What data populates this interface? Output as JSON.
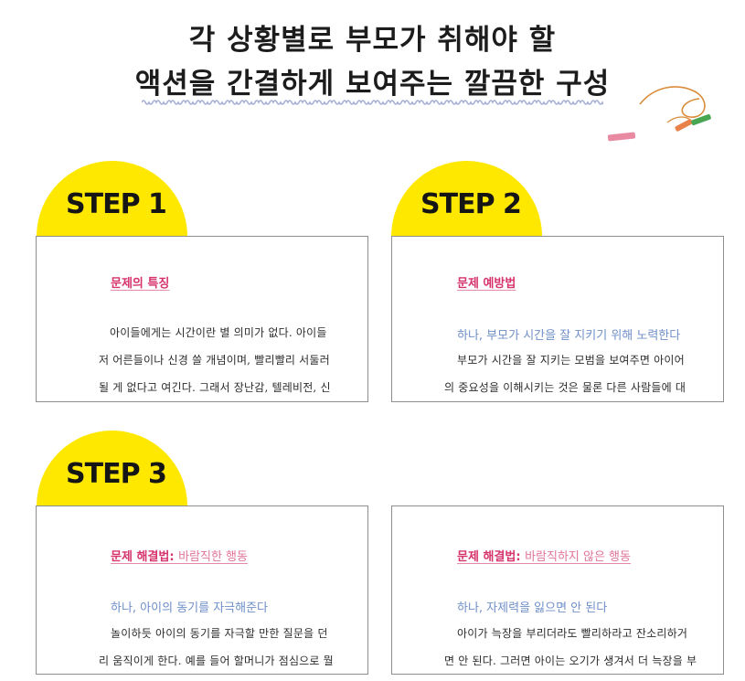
{
  "header": {
    "line1": "각 상황별로 부모가 취해야 할",
    "line2": "액션을 간결하게 보여주는 깔끔한 구성"
  },
  "steps": {
    "s1": "STEP 1",
    "s2": "STEP 2",
    "s3": "STEP 3"
  },
  "cards": {
    "c1": {
      "heading": "문제의 특징",
      "lines": [
        "아이들에게는 시간이란 별 의미가 없다. 아이들",
        "저 어른들이나 신경 쓸 개념이며, 빨리빨리 서둘러",
        "될 게 없다고 여긴다. 그래서 장난감, 텔레비전, 신"
      ]
    },
    "c2": {
      "heading": "문제 예방법",
      "sub": "하나, 부모가 시간을 잘 지키기 위해 노력한다",
      "lines": [
        "부모가 시간을 잘 지키는 모범을 보여주면 아이어",
        "의 중요성을 이해시키는 것은 물론 다른 사람들에 대"
      ]
    },
    "c3": {
      "heading": "문제 해결법:",
      "heading_sub": "바람직한 행동",
      "sub": "하나, 아이의 동기를 자극해준다",
      "lines": [
        "놀이하듯 아이의 동기를 자극할 만한 질문을 던",
        "리 움직이게 한다. 예를 들어 할머니가 점심으로 뭘"
      ]
    },
    "c4": {
      "heading": "문제 해결법:",
      "heading_sub": "바람직하지 않은 행동",
      "sub": "하나, 자제력을 잃으면 안 된다",
      "lines": [
        "아이가 늑장을 부리더라도 빨리하라고 잔소리하거",
        "면 안 된다. 그러면 아이는 오기가 생겨서 더 늑장을 부"
      ]
    }
  },
  "colors": {
    "yellow": "#ffe800",
    "pink": "#d6336c",
    "blue": "#6f8fc8",
    "wave": "#a7aed6"
  },
  "icons": {
    "wave": "wavy-underline-icon",
    "crayons": "crayons-icon"
  }
}
